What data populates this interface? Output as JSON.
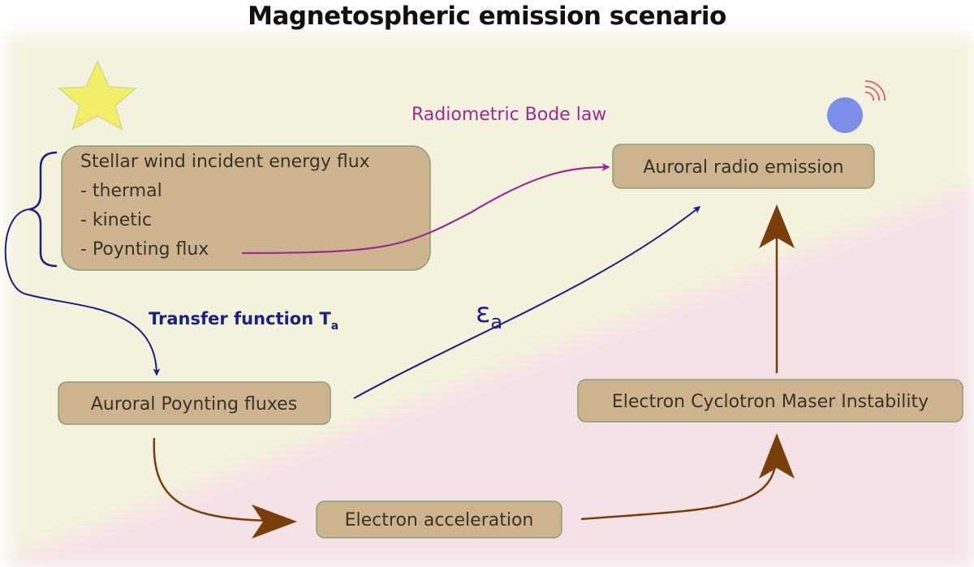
{
  "title": "Magnetospheric emission scenario",
  "colors": {
    "upper_bg": "#f4f1de",
    "lower_bg": "#f5e2e6",
    "box_fill": "#cdb48f",
    "box_stroke": "#8aa07a",
    "brown_arrow": "#7a3e0a",
    "blue_arrow": "#1a237e",
    "purple_arrow": "#9b2d8f",
    "star_fill": "#f3ee6a",
    "planet_fill": "#7d8ee8",
    "signal_color": "#e96a6a"
  },
  "icons": {
    "star": "star-icon",
    "planet": "planet-icon",
    "signal": "radio-signal-icon"
  },
  "labels": {
    "bode_law": "Radiometric Bode law",
    "transfer_function": "Transfer function T",
    "transfer_subscript": "a",
    "epsilon": "ε",
    "epsilon_subscript": "a"
  },
  "boxes": {
    "stellar_wind": {
      "lines": [
        "Stellar wind incident energy  flux",
        "- thermal",
        "- kinetic",
        "- Poynting flux"
      ]
    },
    "auroral_radio": "Auroral radio emission",
    "auroral_poynting": "Auroral Poynting fluxes",
    "ecmi": "Electron Cyclotron Maser Instability",
    "electron_acc": "Electron acceleration"
  }
}
